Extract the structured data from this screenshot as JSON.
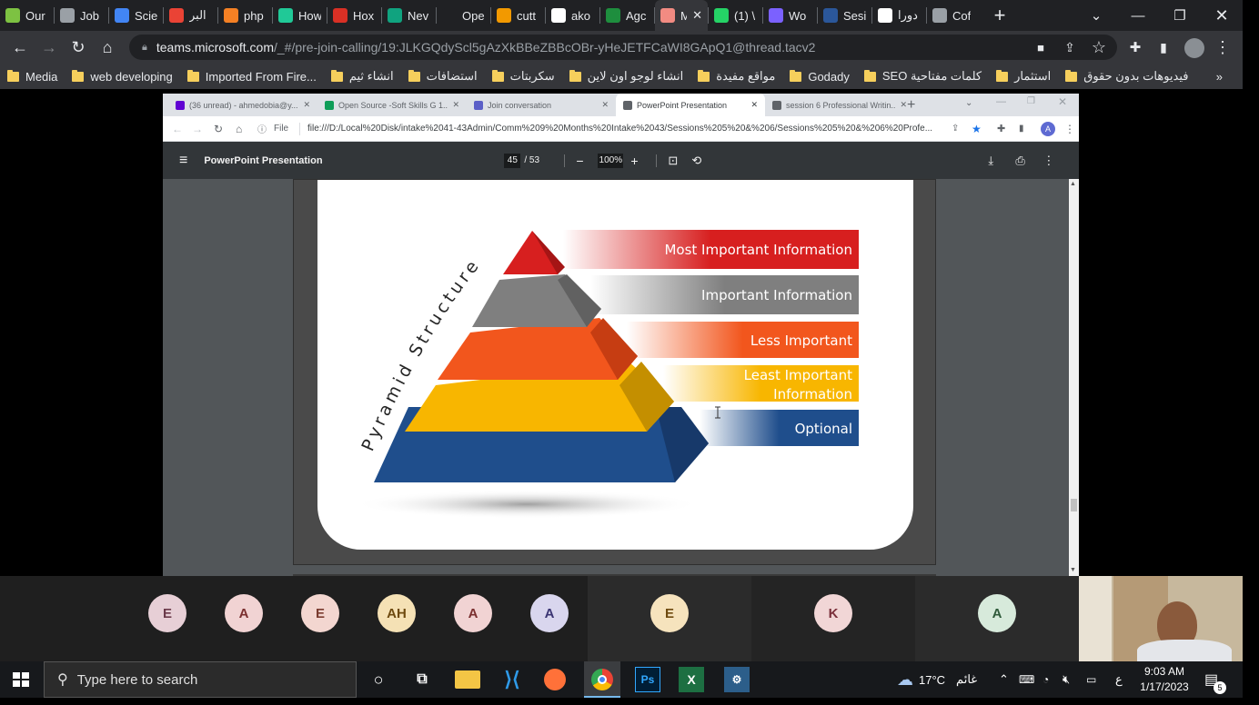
{
  "browser": {
    "tabs": [
      {
        "title": "Our",
        "icon": "v-icon",
        "color": "#7dc242"
      },
      {
        "title": "Job",
        "icon": "globe-icon",
        "color": "#9aa0a6"
      },
      {
        "title": "Scie",
        "icon": "q-icon",
        "color": "#4285f4"
      },
      {
        "title": "البر",
        "icon": "gmail-icon",
        "color": "#ea4335"
      },
      {
        "title": "php",
        "icon": "stackoverflow-icon",
        "color": "#f48024"
      },
      {
        "title": "How",
        "icon": "shield-icon",
        "color": "#20c997"
      },
      {
        "title": "Hox",
        "icon": "house-icon",
        "color": "#d93025"
      },
      {
        "title": "Nev",
        "icon": "chatgpt-icon",
        "color": "#10a37f"
      },
      {
        "title": "Ope",
        "icon": "blank-icon",
        "color": "#202124"
      },
      {
        "title": "cutt",
        "icon": "wr-icon",
        "color": "#f29900"
      },
      {
        "title": "ako",
        "icon": "github-icon",
        "color": "#ffffff"
      },
      {
        "title": "Agc",
        "icon": "leaf-icon",
        "color": "#1e8e3e"
      },
      {
        "title": "M",
        "icon": "recording-icon",
        "color": "#f28b82",
        "active": true
      },
      {
        "title": "(1) \\",
        "icon": "whatsapp-icon",
        "color": "#25d366"
      },
      {
        "title": "Wo",
        "icon": "play-icon",
        "color": "#7b61ff"
      },
      {
        "title": "Sesi",
        "icon": "word-icon",
        "color": "#2b579a"
      },
      {
        "title": "دورا",
        "icon": "google-icon",
        "color": "#ffffff"
      },
      {
        "title": "Cof",
        "icon": "globe-icon",
        "color": "#9aa0a6"
      }
    ],
    "url_host": "teams.microsoft.com",
    "url_rest": "/_#/pre-join-calling/19:JLKGQdyScl5gAzXkBBeZBBcOBr-yHeJETFCaWI8GApQ1@thread.tacv2",
    "bookmarks": [
      "Media",
      "web developing",
      "Imported From Fire...",
      "انشاء ثيم",
      "استضافات",
      "سكربتات",
      "انشاء لوجو اون لاين",
      "مواقع مفيدة",
      "Godady",
      "SEO كلمات مفتاحية",
      "استثمار",
      "فيديوهات بدون حقوق"
    ],
    "more": "»"
  },
  "inner": {
    "tabs": [
      {
        "title": "(36 unread) - ahmedobia@y...",
        "color": "#6001d2"
      },
      {
        "title": "Open Source -Soft Skills G 1...",
        "color": "#0f9d58"
      },
      {
        "title": "Join conversation",
        "color": "#5b5fc7"
      },
      {
        "title": "PowerPoint Presentation",
        "color": "#5f6368",
        "active": true
      },
      {
        "title": "session 6 Professional Writin...",
        "color": "#5f6368"
      }
    ],
    "file_label": "File",
    "url": "file:///D:/Local%20Disk/intake%2041-43Admin/Comm%209%20Months%20Intake%2043/Sessions%205%20&%206/Sessions%205%20&%206%20Profe...",
    "avatar_letter": "A",
    "pdf": {
      "title": "PowerPoint Presentation",
      "page": "45",
      "total": "/ 53",
      "zoom": "100%"
    },
    "slide": {
      "side_title": "Pyramid Structure",
      "levels": [
        {
          "label": "Most Important Information",
          "color": "#d71f1f"
        },
        {
          "label": "Important Information",
          "color": "#7f7f7f"
        },
        {
          "label": "Less Important",
          "color": "#f2561d"
        },
        {
          "label": "Least Important Information",
          "color": "#f8b600"
        },
        {
          "label": "Optional",
          "color": "#1f4e8c"
        }
      ]
    }
  },
  "participants": [
    {
      "initials": "E",
      "bg": "#e7cfd6",
      "fg": "#6b3a4a"
    },
    {
      "initials": "A",
      "bg": "#f1d3d3",
      "fg": "#7a2f2f"
    },
    {
      "initials": "E",
      "bg": "#f3d6d0",
      "fg": "#7a3b2f"
    },
    {
      "initials": "AH",
      "bg": "#f5e1b5",
      "fg": "#6e4a0f"
    },
    {
      "initials": "A",
      "bg": "#f1d3d3",
      "fg": "#7a2f2f"
    },
    {
      "initials": "A",
      "bg": "#d9d6ee",
      "fg": "#3b3573"
    },
    {
      "initials": "E",
      "bg": "#f6e3bd",
      "fg": "#6e4a0f"
    },
    {
      "initials": "K",
      "bg": "#f1d6d6",
      "fg": "#7a2f3a"
    },
    {
      "initials": "A",
      "bg": "#d7eadb",
      "fg": "#2f5a3a"
    }
  ],
  "taskbar": {
    "search_placeholder": "Type here to search",
    "weather": "17°C",
    "weather_text": "غائم",
    "lang": "ع",
    "time": "9:03 AM",
    "date": "1/17/2023",
    "notifications": "5"
  }
}
